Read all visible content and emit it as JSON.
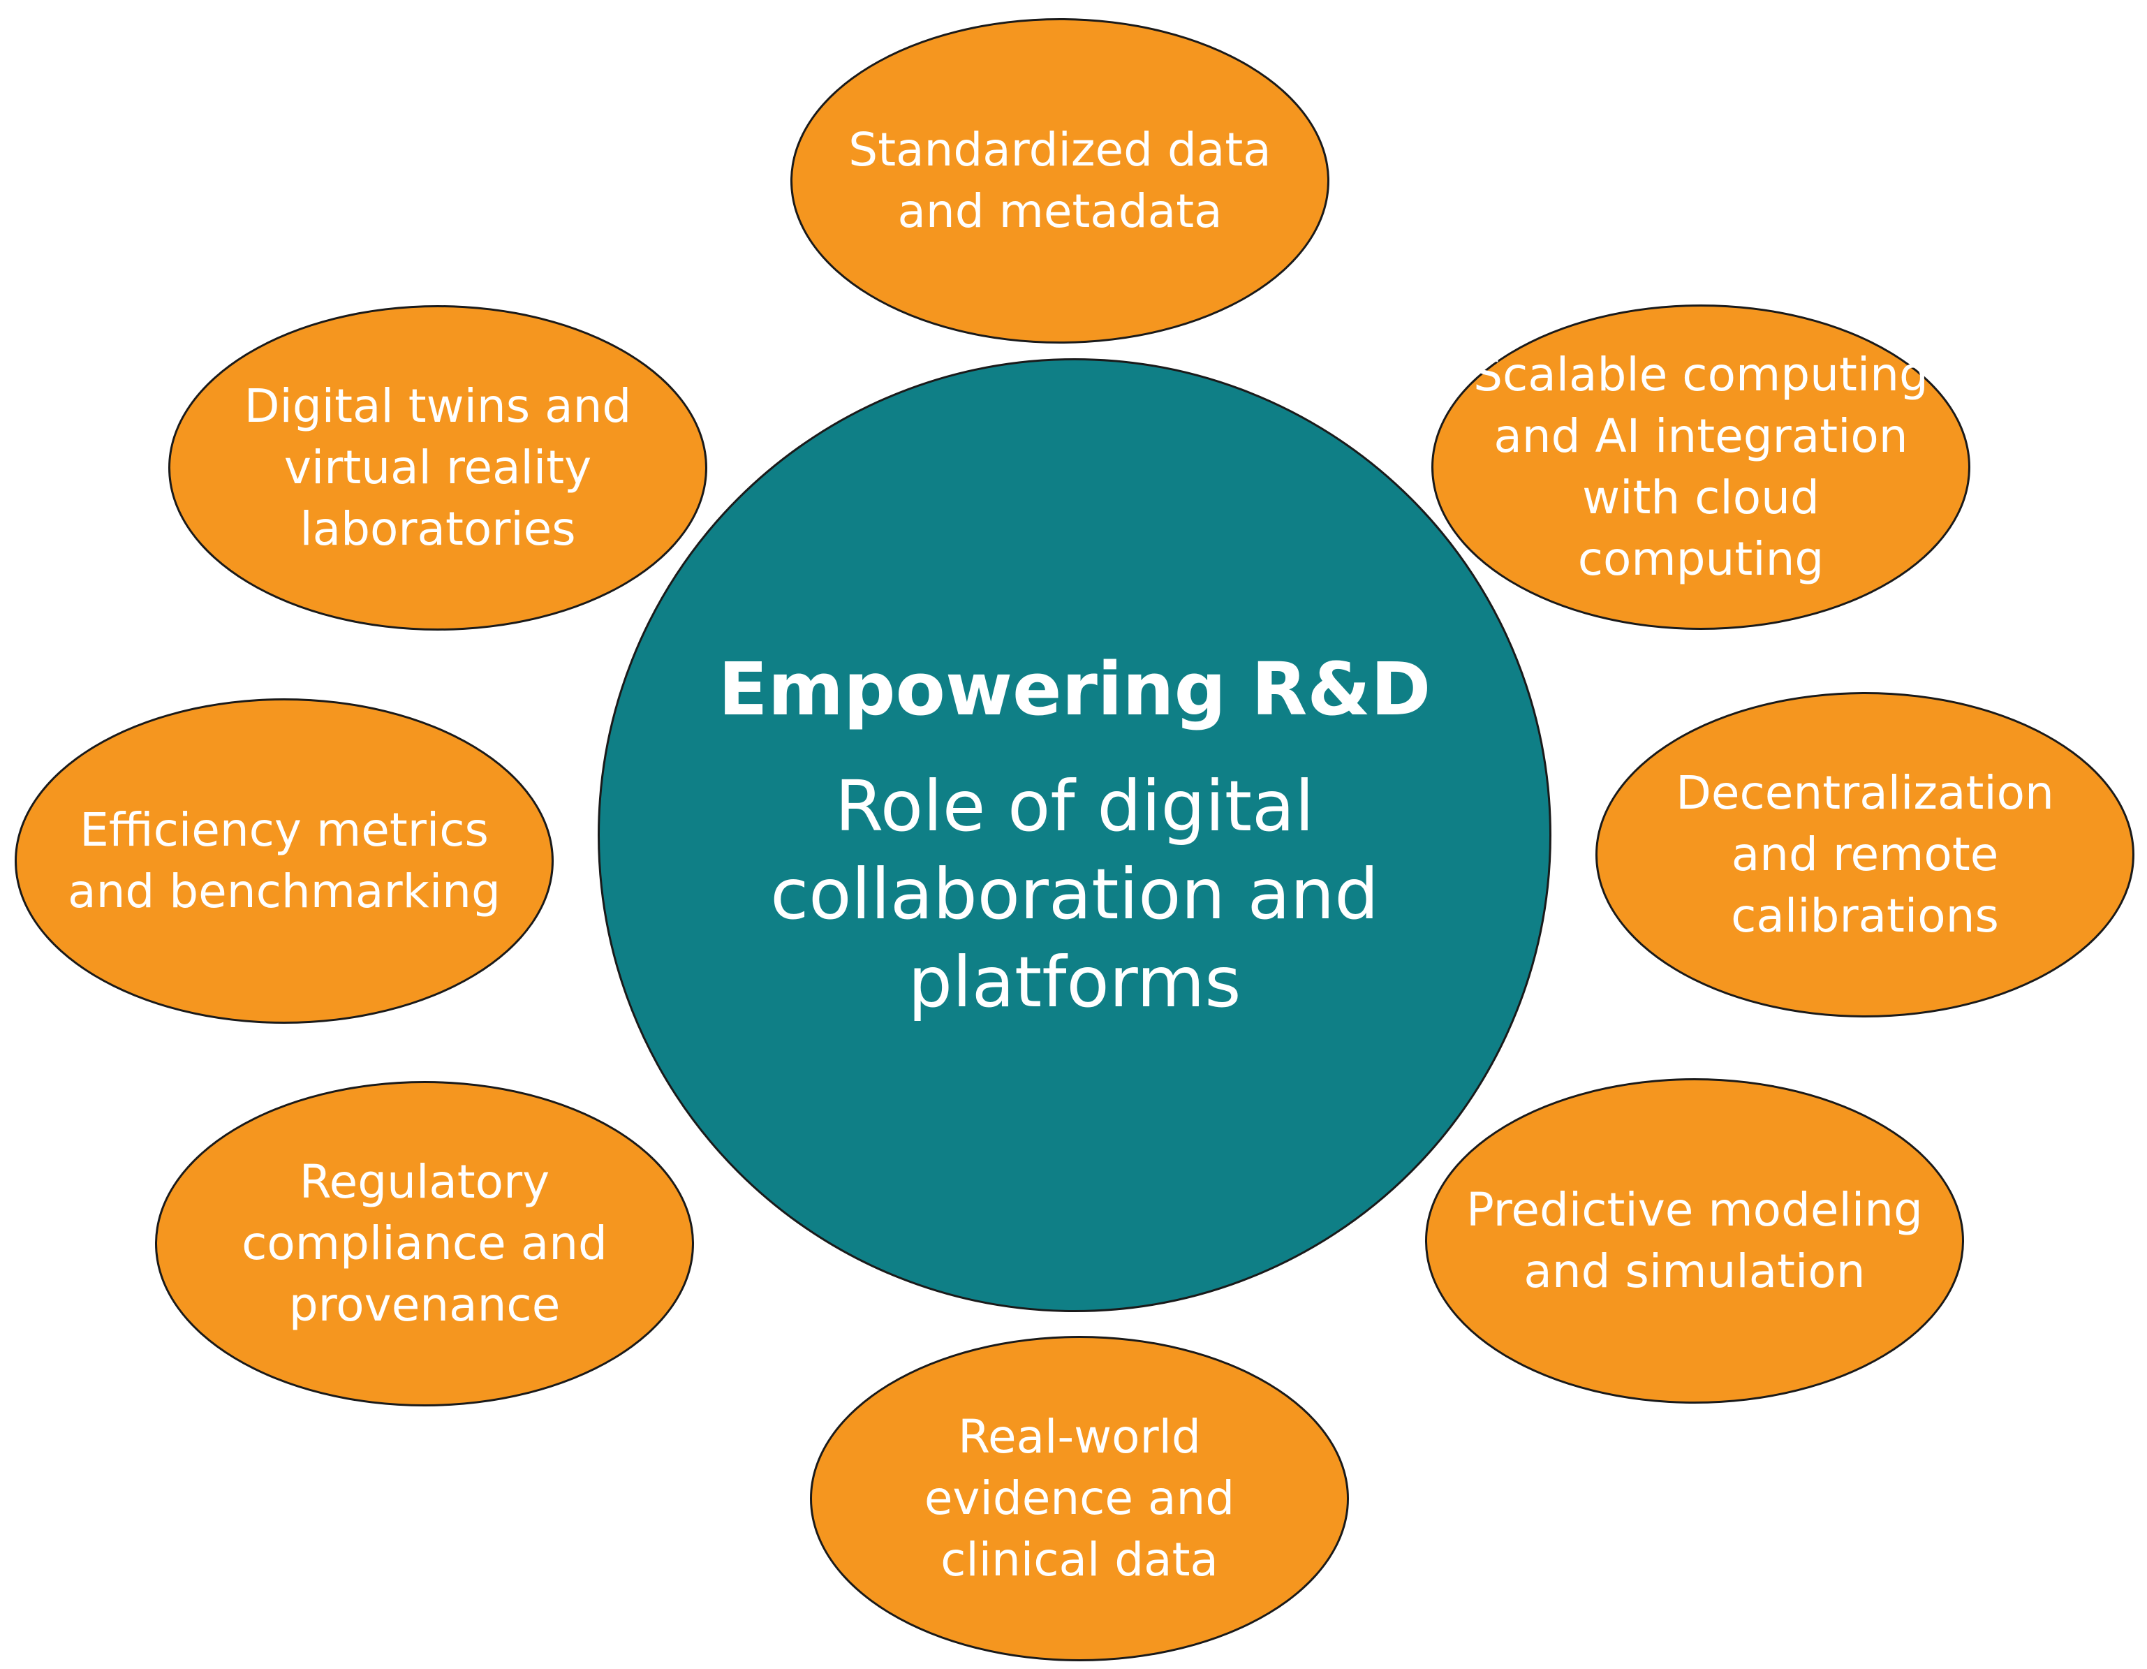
{
  "hub": {
    "title": "Empowering R&D",
    "subtitle": "Role of digital collaboration and platforms"
  },
  "nodes": {
    "top": "Standardized data and metadata",
    "top_right": "Scalable computing and AI integration with cloud computing",
    "middle_right": "Decentralization and remote calibrations",
    "bottom_right": "Predictive modeling and simulation",
    "bottom": "Real-world evidence and clinical data",
    "bottom_left": "Regulatory compliance and provenance",
    "middle_left": "Efficiency metrics and benchmarking",
    "top_left": "Digital twins and virtual reality laboratories"
  },
  "colors": {
    "hub_fill": "#0f7f86",
    "node_fill": "#f5961f",
    "text": "#ffffff",
    "outline": "#1a1a1a"
  }
}
